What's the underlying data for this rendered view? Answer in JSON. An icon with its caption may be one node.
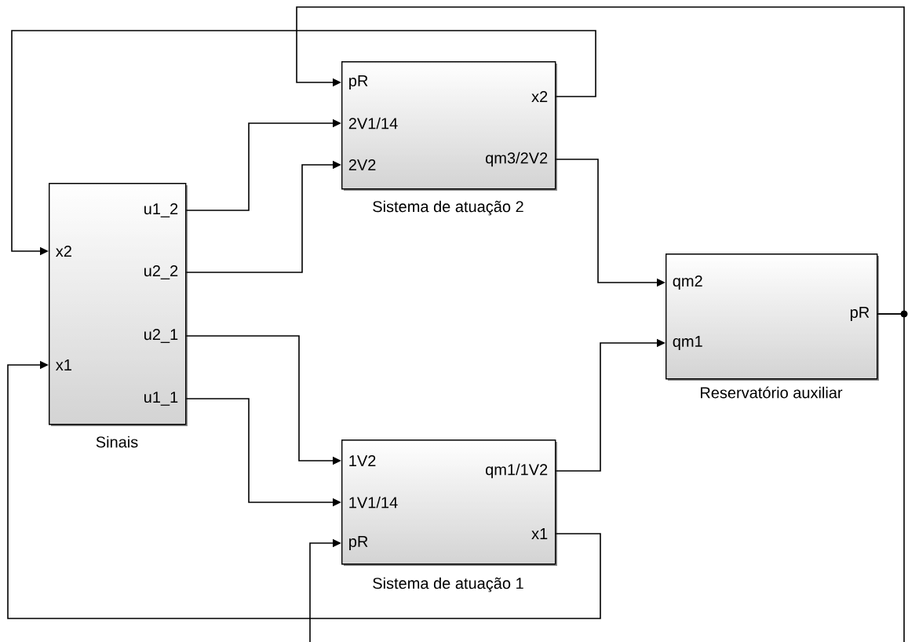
{
  "diagram": {
    "nodes": [
      {
        "text": [
          "x2",
          "x1",
          "u1_2",
          "u2_2",
          "u2_1",
          "u1_1"
        ],
        "beside": [
          "Sinais"
        ]
      },
      {
        "text": [
          "pR",
          "2V1/14",
          "2V2",
          "x2",
          "qm3/2V2"
        ],
        "beside": [
          "Sistema de atuação 2"
        ]
      },
      {
        "text": [
          "1V2",
          "1V1/14",
          "pR",
          "qm1/1V2",
          "x1"
        ],
        "beside": [
          "Sistema de atuação 1"
        ]
      },
      {
        "text": [
          "qm2",
          "qm1",
          "pR"
        ],
        "beside": [
          "Reservatório auxiliar"
        ]
      }
    ],
    "edges": [
      {
        "from": 0,
        "to": 1,
        "arrow": "to"
      },
      {
        "from": 0,
        "to": 1,
        "arrow": "to"
      },
      {
        "from": 0,
        "to": 2,
        "arrow": "to"
      },
      {
        "from": 0,
        "to": 2,
        "arrow": "to"
      },
      {
        "from": 1,
        "to": 0,
        "arrow": "to"
      },
      {
        "from": 2,
        "to": 0,
        "arrow": "to"
      },
      {
        "from": 1,
        "to": 3,
        "arrow": "to"
      },
      {
        "from": 2,
        "to": 3,
        "arrow": "to"
      },
      {
        "from": 3,
        "to": 1,
        "arrow": "to"
      },
      {
        "from": 3,
        "to": 2,
        "arrow": "to"
      }
    ]
  }
}
